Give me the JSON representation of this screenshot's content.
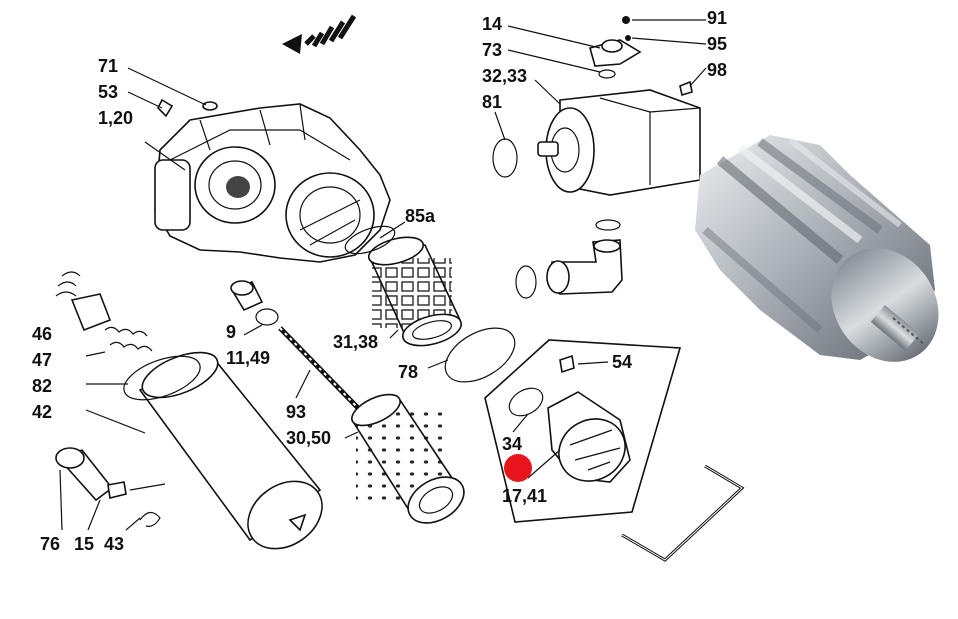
{
  "diagram": {
    "labels": [
      {
        "id": "71",
        "text": "71"
      },
      {
        "id": "53",
        "text": "53"
      },
      {
        "id": "1_20",
        "text": "1,20"
      },
      {
        "id": "14",
        "text": "14"
      },
      {
        "id": "73",
        "text": "73"
      },
      {
        "id": "32_33",
        "text": "32,33"
      },
      {
        "id": "81",
        "text": "81"
      },
      {
        "id": "91",
        "text": "91"
      },
      {
        "id": "95",
        "text": "95"
      },
      {
        "id": "98",
        "text": "98"
      },
      {
        "id": "85a",
        "text": "85a"
      },
      {
        "id": "46",
        "text": "46"
      },
      {
        "id": "47",
        "text": "47"
      },
      {
        "id": "82",
        "text": "82"
      },
      {
        "id": "42",
        "text": "42"
      },
      {
        "id": "9",
        "text": "9"
      },
      {
        "id": "11_49",
        "text": "11,49"
      },
      {
        "id": "31_38",
        "text": "31,38"
      },
      {
        "id": "78",
        "text": "78"
      },
      {
        "id": "93",
        "text": "93"
      },
      {
        "id": "30_50",
        "text": "30,50"
      },
      {
        "id": "54",
        "text": "54"
      },
      {
        "id": "34",
        "text": "34"
      },
      {
        "id": "17_41",
        "text": "17,41"
      },
      {
        "id": "76",
        "text": "76"
      },
      {
        "id": "15",
        "text": "15"
      },
      {
        "id": "43",
        "text": "43"
      }
    ],
    "colors": {
      "line": "#111111",
      "highlight": "#e8141c",
      "metal_light": "#d2d6da",
      "metal_dark": "#6f767d"
    }
  }
}
